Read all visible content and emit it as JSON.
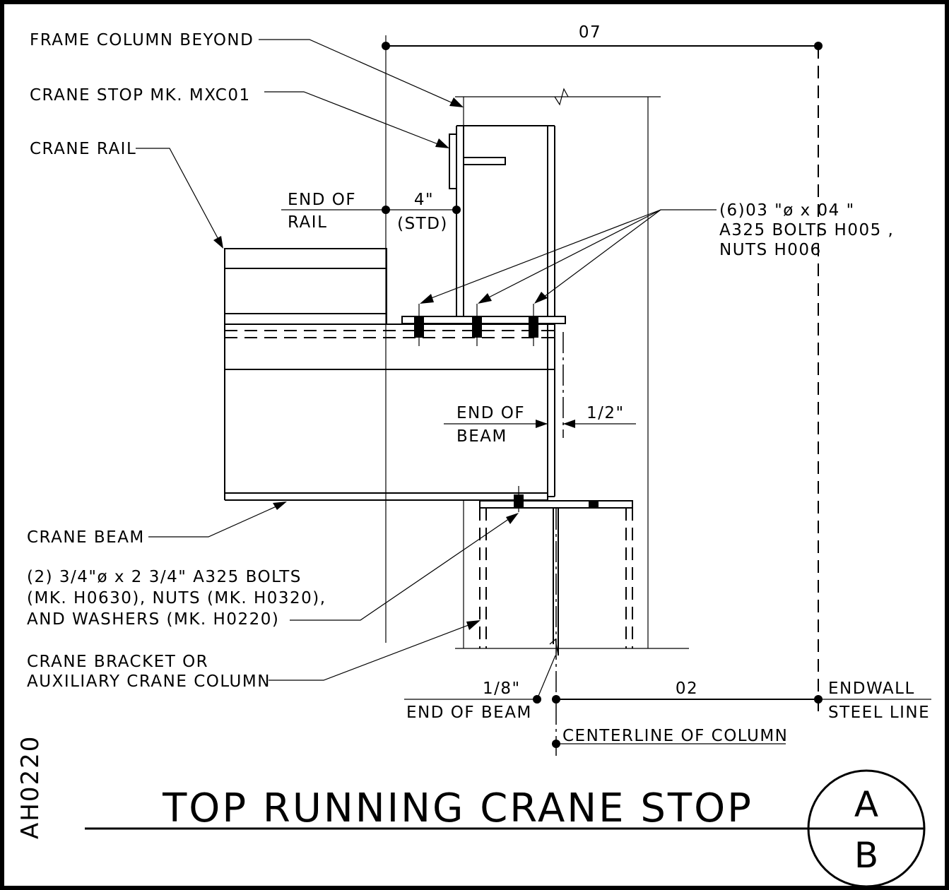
{
  "labels": {
    "frame_column": "FRAME COLUMN BEYOND",
    "crane_stop": "CRANE STOP MK. MXC01",
    "crane_rail": "CRANE RAIL",
    "end_of_rail_1": "END OF",
    "end_of_rail_2": "RAIL",
    "dim_4in": "4\"",
    "dim_std": "(STD)",
    "dim_top": "07",
    "bolts6_line1": "(6)03  \"ø x 04   \"",
    "bolts6_line2": "A325 BOLTS H005 ,",
    "bolts6_line3": "NUTS H006",
    "end_of_beam_1": "END OF",
    "end_of_beam_2": "BEAM",
    "dim_half": "1/2\"",
    "crane_beam": "CRANE BEAM",
    "bolts2_line1": "(2) 3/4\"ø x 2 3/4\" A325 BOLTS",
    "bolts2_line2": "(MK. H0630), NUTS (MK. H0320),",
    "bolts2_line3": "AND WASHERS (MK. H0220)",
    "bracket_line1": "CRANE BRACKET OR",
    "bracket_line2": "AUXILIARY CRANE COLUMN",
    "dim_eighth": "1/8\"",
    "end_of_beam_bottom": "END OF BEAM",
    "dim_bottom": "02",
    "endwall_1": "ENDWALL",
    "endwall_2": "STEEL LINE",
    "centerline": "CENTERLINE OF COLUMN"
  },
  "title": "TOP RUNNING CRANE STOP",
  "drawing_number": "AH0220",
  "detail_bubble": {
    "top": "A",
    "bottom": "B"
  }
}
